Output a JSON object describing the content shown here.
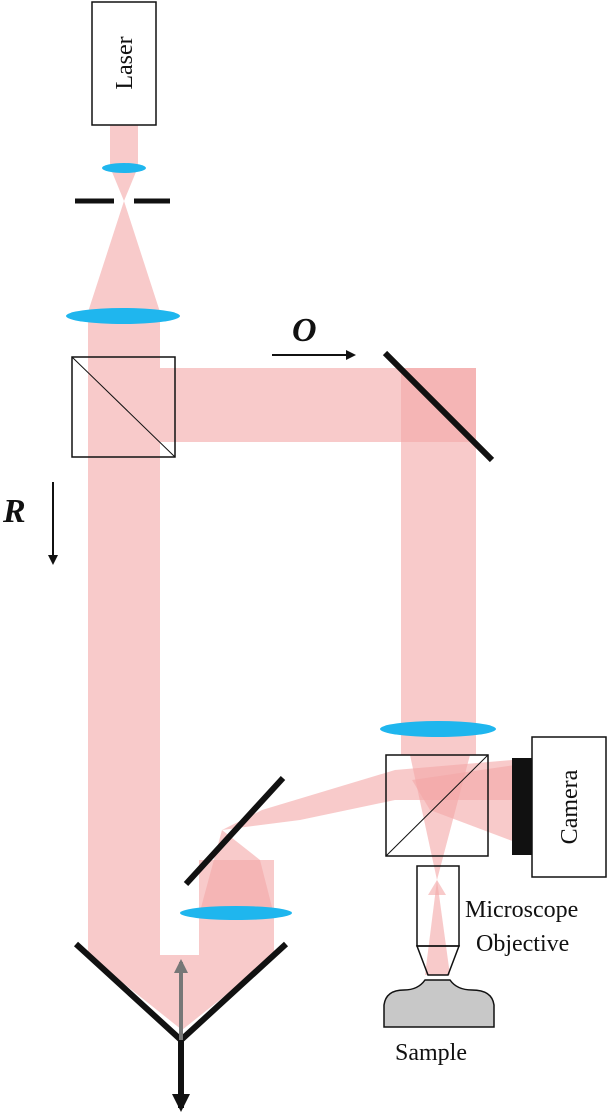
{
  "labels": {
    "laser": "Laser",
    "camera": "Camera",
    "objective_line1": "Microscope",
    "objective_line2": "Objective",
    "sample": "Sample",
    "object_beam": "O",
    "reference_beam": "R"
  },
  "colors": {
    "beam": "#f7c3c3",
    "lens": "#1fb6ee",
    "outline": "#111111",
    "sample": "#c8c8c8",
    "translation_arrow": "#777777"
  }
}
